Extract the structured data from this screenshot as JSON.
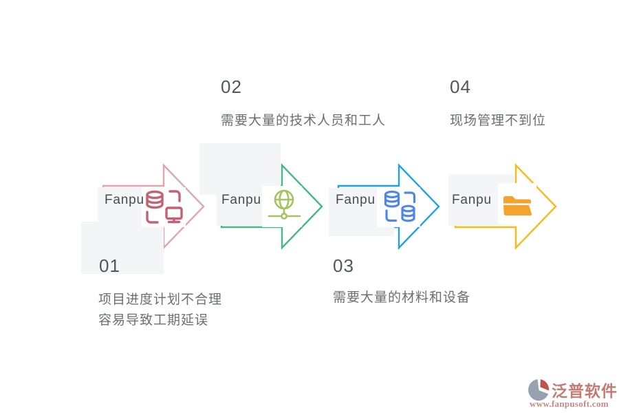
{
  "steps": [
    {
      "id": "01",
      "label": "Fanpu",
      "icon": "database-monitor-sync-icon",
      "caption_lines": [
        "项目进度计划不合理",
        "容易导致工期延误"
      ],
      "arrow_color": "#dca6ad",
      "icon_color": "#c46172"
    },
    {
      "id": "02",
      "label": "Fanpu",
      "icon": "globe-network-icon",
      "caption_lines": [
        "需要大量的技术人员和工人"
      ],
      "arrow_color": "#43ba85",
      "icon_color": "#a2c35e"
    },
    {
      "id": "03",
      "label": "Fanpu",
      "icon": "database-sync-icon",
      "caption_lines": [
        "需要大量的材料和设备"
      ],
      "arrow_color": "#19a2e8",
      "icon_color": "#4e87e8"
    },
    {
      "id": "04",
      "label": "Fanpu",
      "icon": "folder-icon",
      "caption_lines": [
        "现场管理不到位"
      ],
      "arrow_color": "#f9ba15",
      "icon_color": "#f4a42c"
    }
  ],
  "branding": {
    "name": "泛普软件",
    "url": "www.fanpusoft.com",
    "text_color": "#c57a73",
    "logo_gray": "#97a1b2",
    "logo_red": "#c0544a"
  },
  "colors": {
    "background": "#ffffff",
    "panel": "#f4f5f7",
    "number_text": "#53555d",
    "caption_text": "#6c6e75",
    "label_text": "#474a52"
  }
}
